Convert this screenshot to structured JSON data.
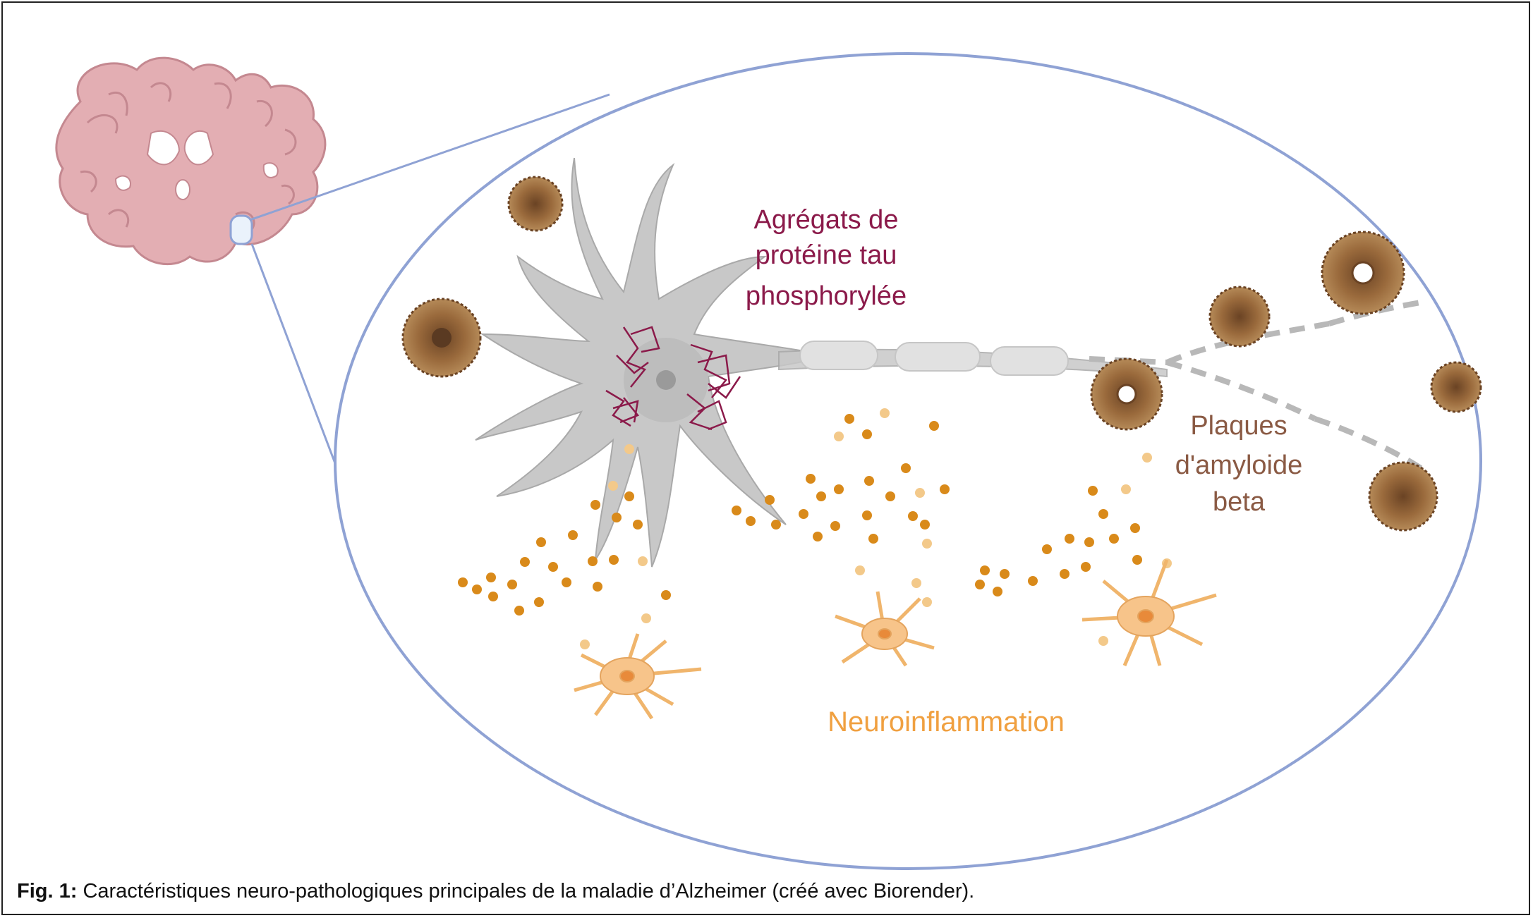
{
  "labels": {
    "tau_line1": "Agrégats de",
    "tau_line2": "protéine tau",
    "tau_line3": "phosphorylée",
    "plaques_line1": "Plaques",
    "plaques_line2": "d'amyloide",
    "plaques_line3": "beta",
    "neuroinflammation": "Neuroinflammation"
  },
  "caption": {
    "prefix": "Fig. 1:",
    "text": "Caractéristiques neuro-pathologiques principales de la maladie d’Alzheimer (créé avec Biorender)."
  },
  "colors": {
    "tau": "#8b1a4a",
    "plaques": "#8a5a44",
    "neuroinflammation": "#f0a040",
    "zoom_outline": "#8fa2d4",
    "neuron": "#c8c8c8",
    "plaque": "#8c6238",
    "cytokine": "#d98a1a",
    "microglia": "#f7c48a",
    "brain": "#e3aeb3"
  }
}
